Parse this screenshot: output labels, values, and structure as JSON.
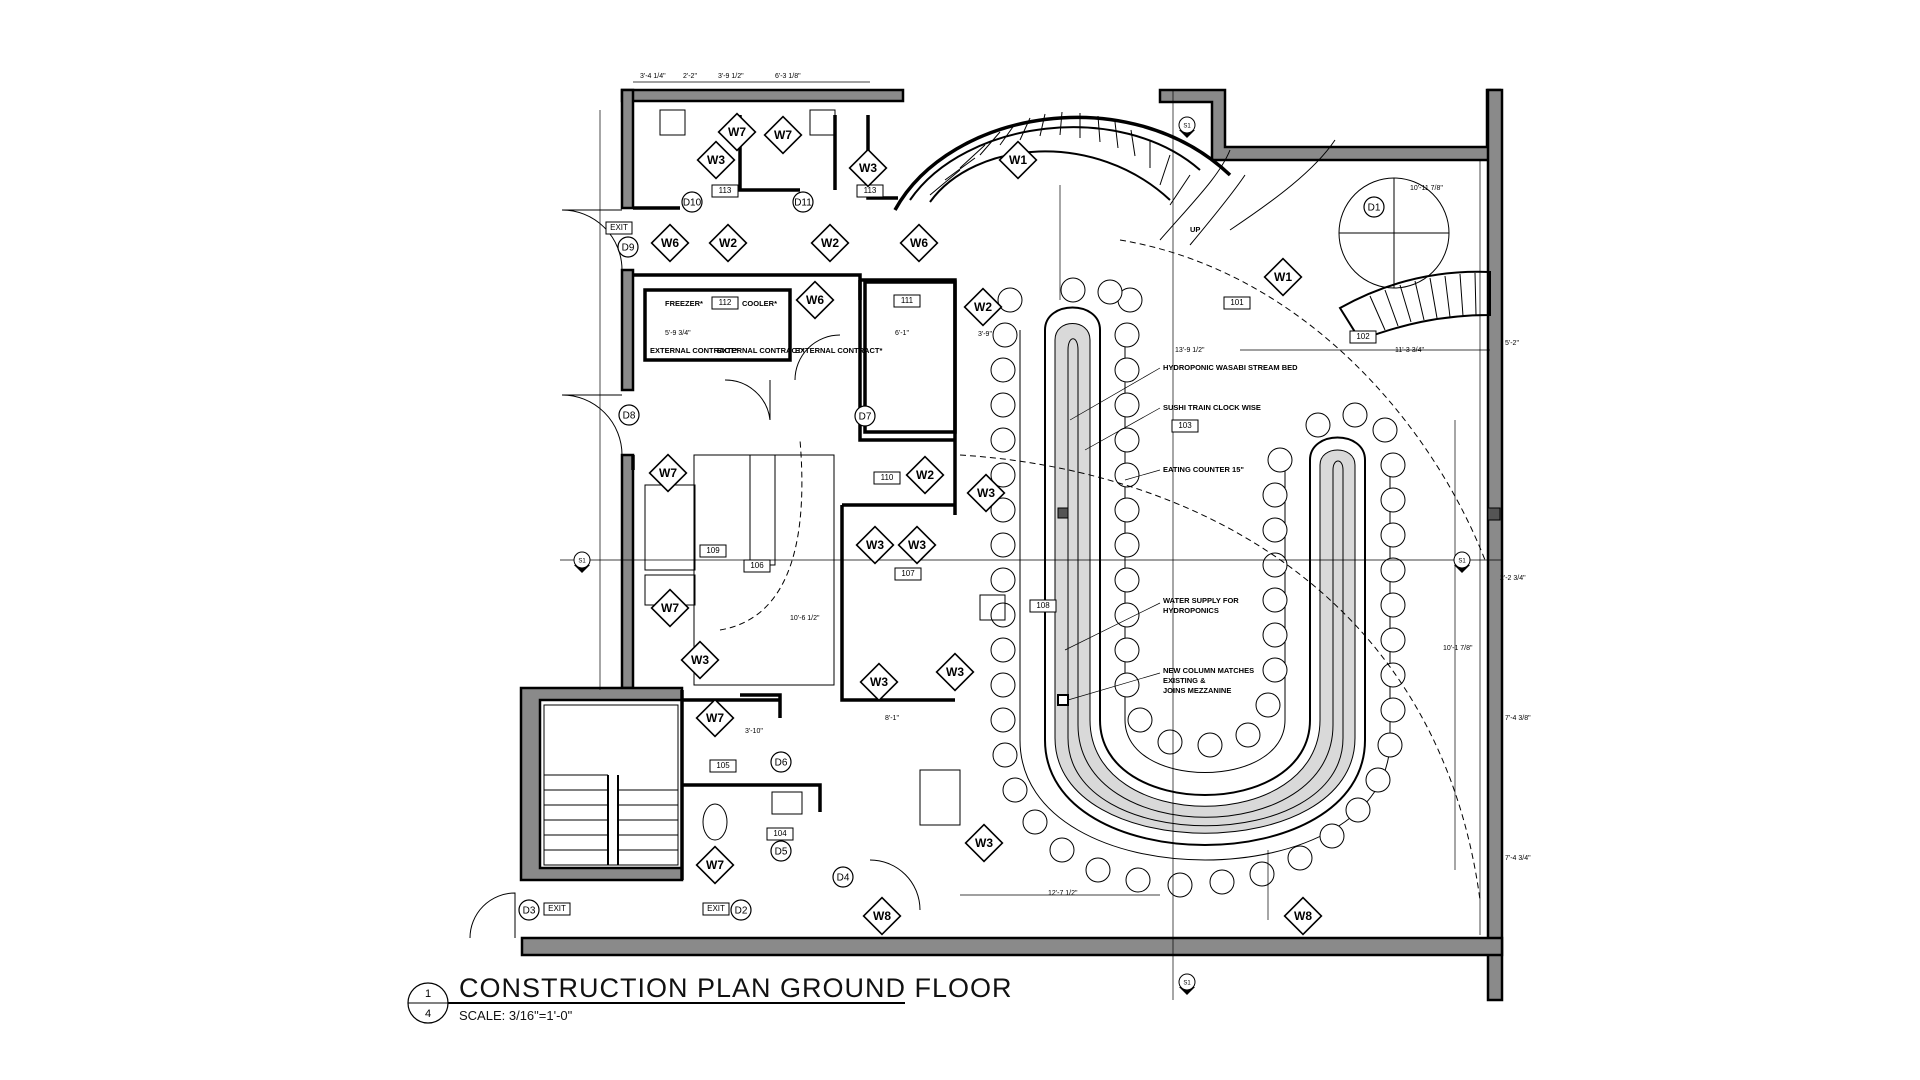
{
  "title": {
    "number_top": "1",
    "number_bottom": "4",
    "text": "CONSTRUCTION PLAN GROUND FLOOR",
    "scale": "SCALE: 3/16\"=1'-0\""
  },
  "rooms": [
    "101",
    "102",
    "103",
    "104",
    "105",
    "106",
    "107",
    "108",
    "109",
    "110",
    "111",
    "112",
    "113",
    "113"
  ],
  "labels": {
    "hydroponic": "HYDROPONIC WASABI STREAM BED",
    "sushi_train": "SUSHI TRAIN CLOCK WISE",
    "eating_counter": "EATING COUNTER 15\"",
    "water_supply_1": "WATER SUPPLY FOR",
    "water_supply_2": "HYDROPONICS",
    "column_1": "NEW COLUMN MATCHES",
    "column_2": "EXISTING &",
    "column_3": "JOINS MEZZANINE",
    "ext_contract_1": "EXTERNAL CONTRACT*",
    "ext_contract_2": "EXTERNAL CONTRACT*",
    "ext_contract_3": "EXTERNAL CONTRACT*",
    "freezer": "FREEZER*",
    "cooler": "COOLER*",
    "exit_1": "EXIT",
    "exit_2": "EXIT",
    "exit_3": "EXIT",
    "up": "UP"
  },
  "wall_tags": [
    "W1",
    "W1",
    "W2",
    "W2",
    "W2",
    "W2",
    "W3",
    "W3",
    "W3",
    "W3",
    "W3",
    "W3",
    "W3",
    "W3",
    "W3",
    "W6",
    "W6",
    "W6",
    "W7",
    "W7",
    "W7",
    "W7",
    "W7",
    "W7",
    "W8",
    "W8"
  ],
  "door_tags": [
    "D1",
    "D2",
    "D3",
    "D4",
    "D5",
    "D6",
    "D7",
    "D8",
    "D9",
    "D10",
    "D11"
  ],
  "section_marks": [
    "S1",
    "S1",
    "S1",
    "S1"
  ],
  "dimensions": [
    "3'-4 1/4\"",
    "2'-2\"",
    "3'-9 1/2\"",
    "6'-3 1/8\"",
    "13'-9 1/2\"",
    "11'-3 3/4\"",
    "6'-1\"",
    "5'-9 3/4\"",
    "3'-9\"",
    "10'-6 1/2\"",
    "8'-1\"",
    "12'-7 1/2\"",
    "10'-1 7/8\"",
    "7'-4 3/8\"",
    "7'-4 3/4\"",
    "5'-2\"",
    "2'-2 3/4\"",
    "10'-11 7/8\"",
    "3'-10\""
  ],
  "colors": {
    "wall_fill": "#8a8a8a",
    "ink": "#000000",
    "gravel": "#d9d9d9"
  }
}
